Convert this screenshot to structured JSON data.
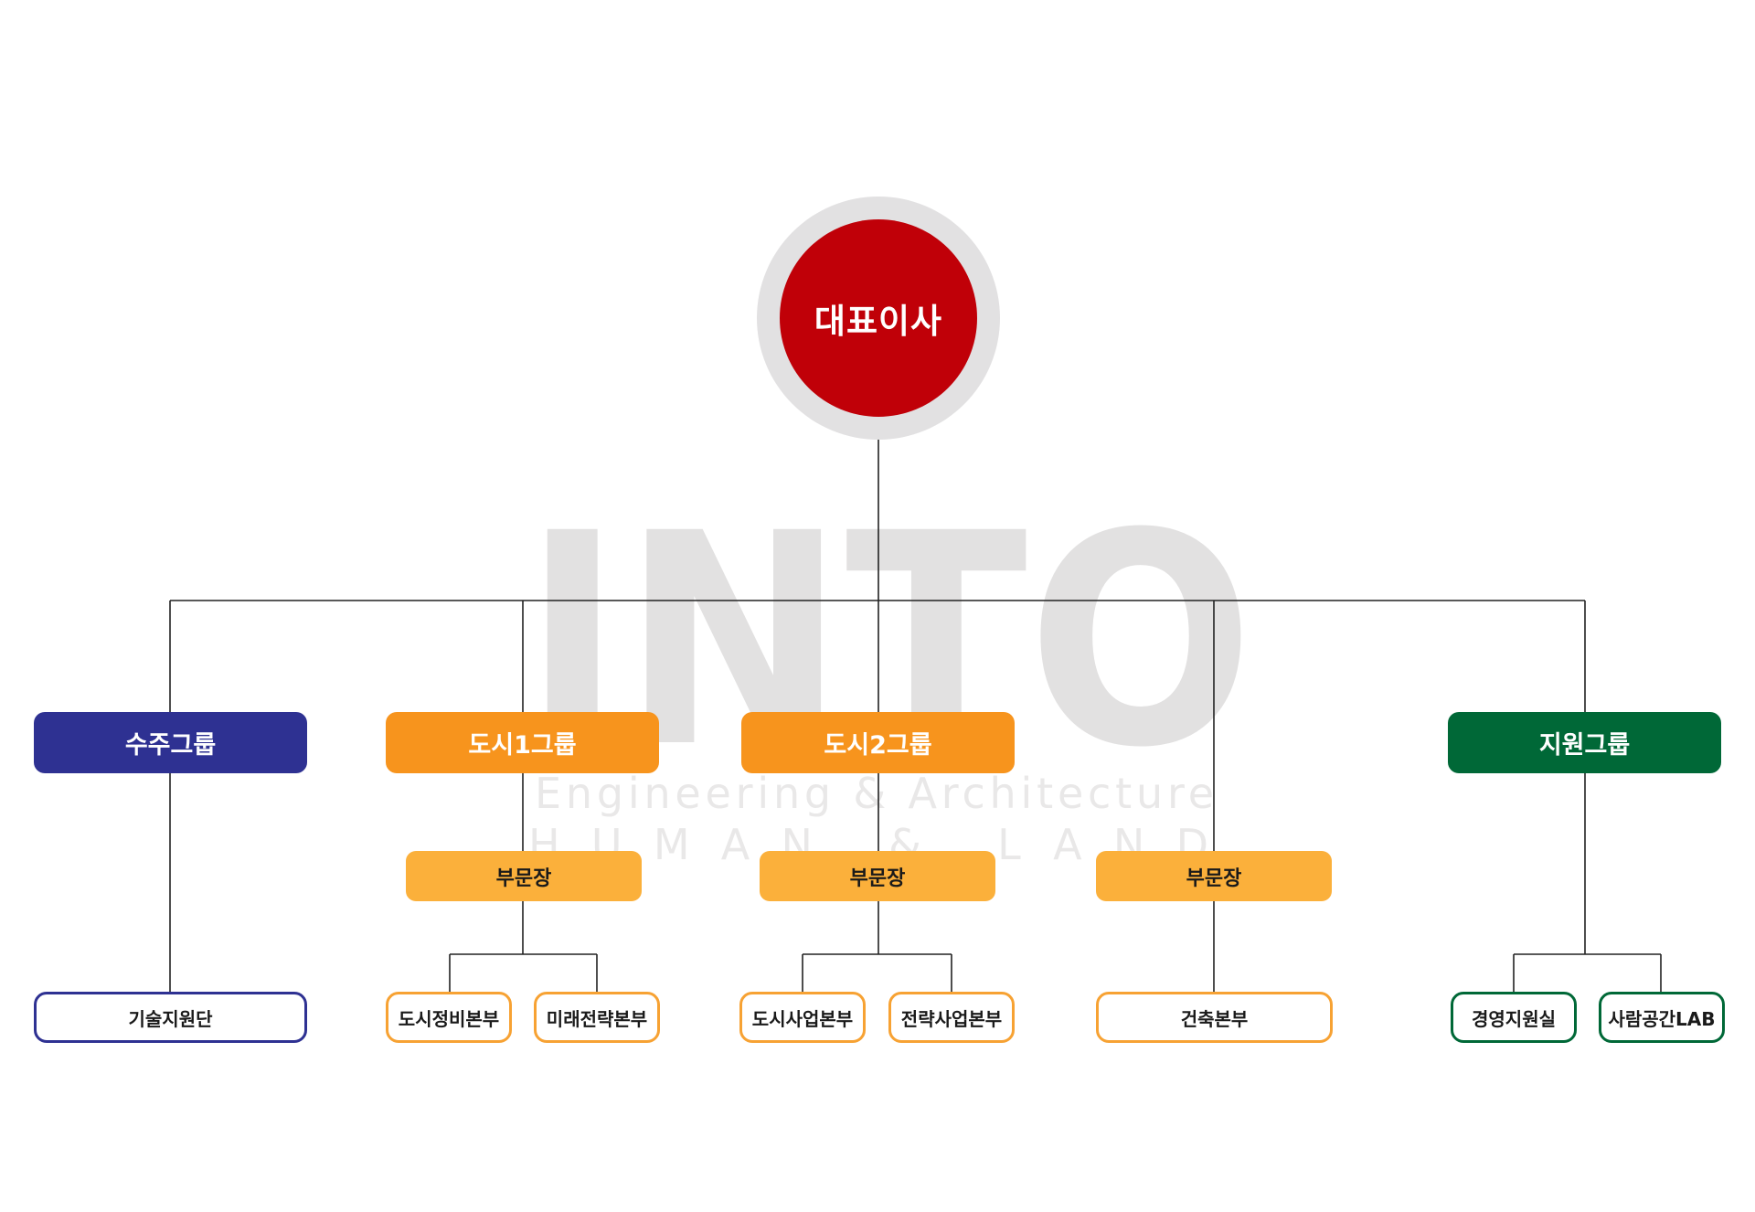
{
  "ceo": {
    "label": "대표이사"
  },
  "watermark": {
    "logo": "INTO",
    "line1": "Engineering & Architecture",
    "line2": "HUMAN & LAND"
  },
  "groups": [
    {
      "label": "수주그룹"
    },
    {
      "label": "도시1그룹"
    },
    {
      "label": "도시2그룹"
    },
    {
      "label": "지원그룹"
    }
  ],
  "heads": [
    {
      "label": "부문장"
    },
    {
      "label": "부문장"
    },
    {
      "label": "부문장"
    }
  ],
  "units": [
    {
      "label": "기술지원단"
    },
    {
      "label": "도시정비본부"
    },
    {
      "label": "미래전략본부"
    },
    {
      "label": "도시사업본부"
    },
    {
      "label": "전략사업본부"
    },
    {
      "label": "건축본부"
    },
    {
      "label": "경영지원실"
    },
    {
      "label": "사람공간LAB"
    }
  ],
  "colors": {
    "ceo": "#c00008",
    "ring": "#e2e1e2",
    "navy": "#2e3192",
    "orange": "#f7941d",
    "light_orange": "#fbb03b",
    "green": "#006837"
  }
}
